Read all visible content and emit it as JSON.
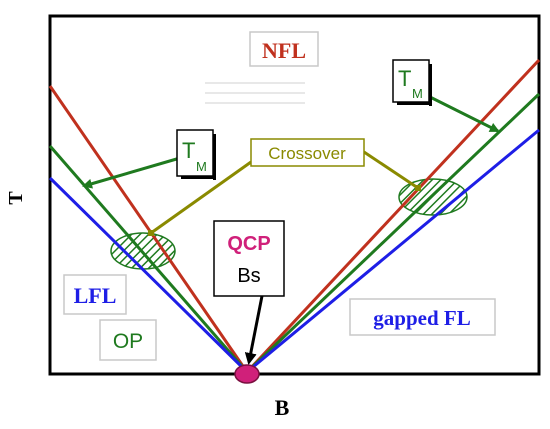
{
  "axes": {
    "x_label": "B",
    "y_label": "T"
  },
  "regions": {
    "nfl": "NFL",
    "lfl": "LFL",
    "op": "OP",
    "gapped_fl": "gapped FL"
  },
  "labels": {
    "tm_left_main": "T",
    "tm_left_sub": "M",
    "tm_right_main": "T",
    "tm_right_sub": "M",
    "crossover": "Crossover",
    "qcp": "QCP",
    "bs": "Bs"
  },
  "colors": {
    "frame": "#000000",
    "nfl_line": "#c0311e",
    "tm_line": "#1f7a1f",
    "blue_line": "#1e1ee6",
    "crossover": "#8a8a00",
    "qcp": "#d0207a",
    "hatch": "#1f7a1f"
  }
}
